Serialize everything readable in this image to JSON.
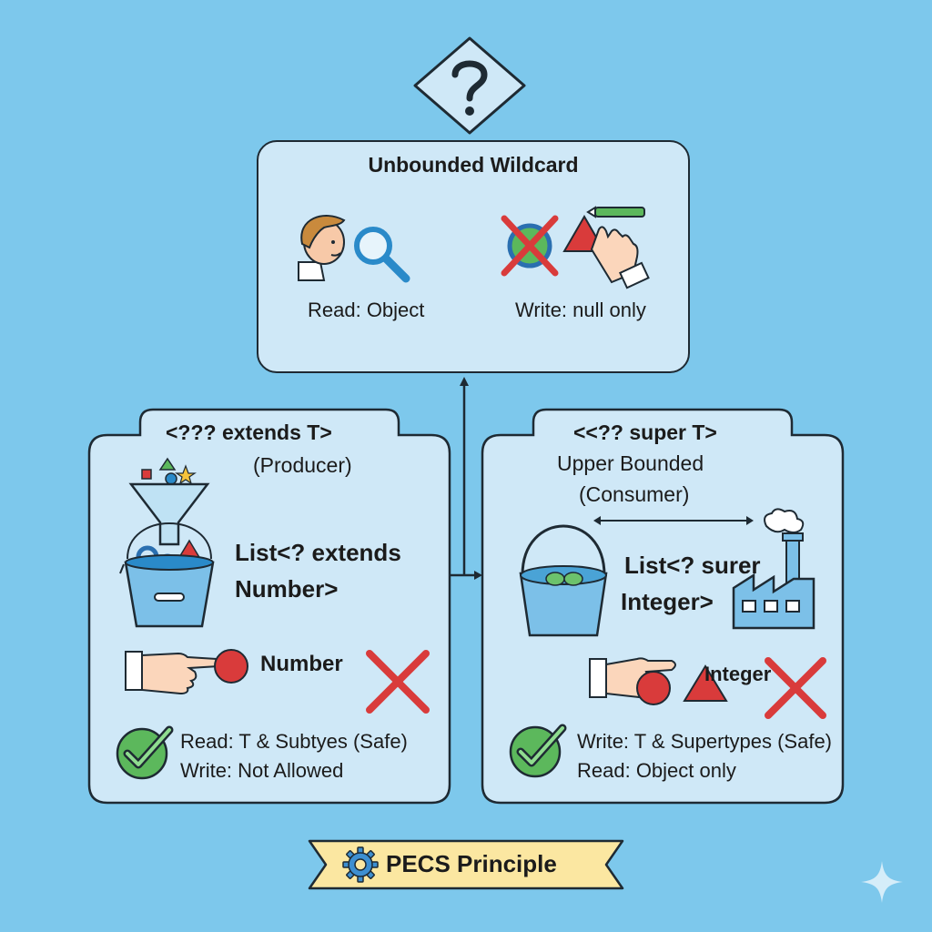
{
  "top": {
    "title": "Unbounded Wildcard",
    "read": "Read: Object",
    "write": "Write: null only"
  },
  "left": {
    "tab": "<??? extends T>",
    "subtitle": "(Producer)",
    "list_line1": "List<? extends",
    "list_line2": "Number>",
    "item_label": "Number",
    "read": "Read: T & Subtyes (Safe)",
    "write": "Write: Not Allowed"
  },
  "right": {
    "tab": "<<?? super T>",
    "subtitle1": "Upper Bounded",
    "subtitle2": "(Consumer)",
    "list_line1": "List<? surer",
    "list_line2": "Integer>",
    "item_label": "Integer",
    "write": "Write: T & Supertypes (Safe)",
    "read": "Read: Object only"
  },
  "banner": {
    "label": "PECS Principle"
  },
  "colors": {
    "background": "#7dc8ec",
    "card": "#cfe8f7",
    "outline": "#1e2a33",
    "red": "#d93b3b",
    "green": "#5cb85c",
    "banner": "#fbe7a1"
  }
}
